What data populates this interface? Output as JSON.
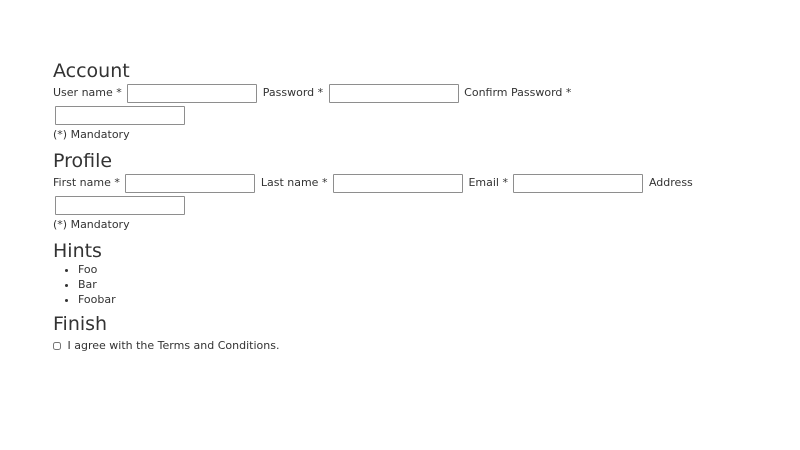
{
  "account": {
    "heading": "Account",
    "fields": [
      {
        "label": "User name *",
        "value": "",
        "type": "text"
      },
      {
        "label": "Password *",
        "value": "",
        "type": "password"
      },
      {
        "label": "Confirm Password *",
        "value": "",
        "type": "password"
      }
    ],
    "note": "(*) Mandatory"
  },
  "profile": {
    "heading": "Profile",
    "fields": [
      {
        "label": "First name *",
        "value": "",
        "type": "text"
      },
      {
        "label": "Last name *",
        "value": "",
        "type": "text"
      },
      {
        "label": "Email *",
        "value": "",
        "type": "email"
      },
      {
        "label": "Address",
        "value": "",
        "type": "text"
      }
    ],
    "note": "(*) Mandatory"
  },
  "hints": {
    "heading": "Hints",
    "items": [
      "Foo",
      "Bar",
      "Foobar"
    ]
  },
  "finish": {
    "heading": "Finish",
    "agree_label": "I agree with the Terms and Conditions.",
    "agree_checked": false
  }
}
